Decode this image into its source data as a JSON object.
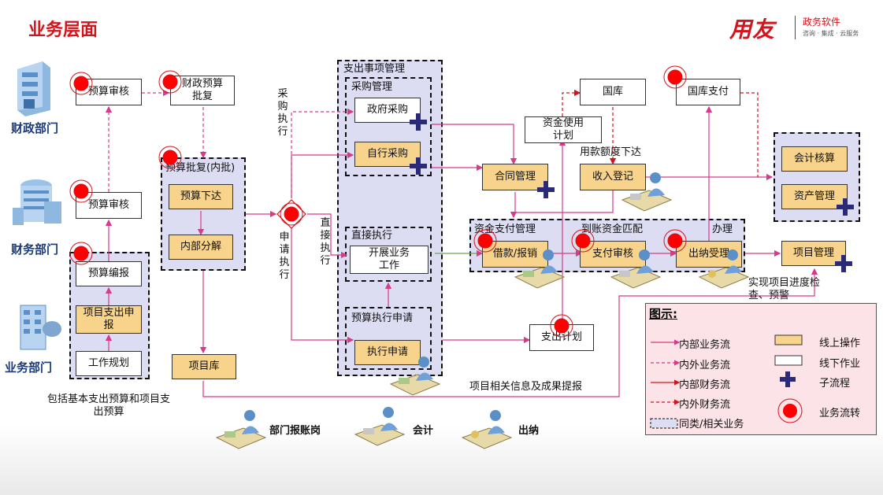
{
  "header": {
    "title": "业务层面"
  },
  "brand": {
    "logo": "用友",
    "line1": "政务软件",
    "line2": "咨询 · 集成 · 云服务"
  },
  "departments": {
    "finance": "财政部门",
    "accounting": "财务部门",
    "business": "业务部门"
  },
  "nodes": {
    "budget_review_top": "预算审核",
    "fin_budget_approve": "财政预算批复",
    "budget_review_mid": "预算审核",
    "budget_compile": "预算编报",
    "project_expense_report": "项目支出申报",
    "work_plan": "工作规划",
    "budget_approve_internal": "预算批复(内批)",
    "budget_issue": "预算下达",
    "internal_breakdown": "内部分解",
    "project_library": "项目库",
    "expense_mgmt": "支出事项管理",
    "procurement_mgmt": "采购管理",
    "gov_procurement": "政府采购",
    "self_procurement": "自行采购",
    "direct_exec": "直接执行",
    "start_business": "开展业务工作",
    "budget_exec_apply": "预算执行申请",
    "exec_apply": "执行申请",
    "treasury": "国库",
    "fund_plan": "资金使用计划",
    "contract_mgmt": "合同管理",
    "income_register": "收入登记",
    "treasury_pay": "国库支付",
    "accounting_calc": "会计核算",
    "asset_mgmt": "资产管理",
    "fund_pay_mgmt": "资金支付管理",
    "fund_match": "到账资金匹配",
    "handle": "办理",
    "loan_reimburse": "借款/报销",
    "pay_review": "支付审核",
    "cashier_accept": "出纳受理",
    "project_mgmt": "项目管理",
    "expense_plan": "支出计划"
  },
  "labels": {
    "procure_exec": "采购执行",
    "apply_exec": "申请执行",
    "direct_exec_v": "直接执行",
    "quota_issue": "用款额度下达",
    "progress_check": "实现项目进度检查、预警",
    "project_info": "项目相关信息及成果提报",
    "budget_note": "包括基本支出预算和项目支出预算"
  },
  "roles": {
    "reimburse_post": "部门报账岗",
    "accountant": "会计",
    "cashier": "出纳"
  },
  "legend": {
    "title": "图示:",
    "internal_business": "内部业务流",
    "inout_business": "内外业务流",
    "internal_finance": "内部财务流",
    "inout_finance": "内外财务流",
    "related": "同类/相关业务",
    "online": "线上操作",
    "offline": "线下作业",
    "subflow": "子流程",
    "transfer": "业务流转"
  },
  "colors": {
    "business": "#d63a8a",
    "finance": "#d4141c",
    "online": "#f7d38c",
    "group": "#dcdcf2",
    "subflow": "#2b2a7a",
    "legend_bg": "#fbe3e8"
  }
}
